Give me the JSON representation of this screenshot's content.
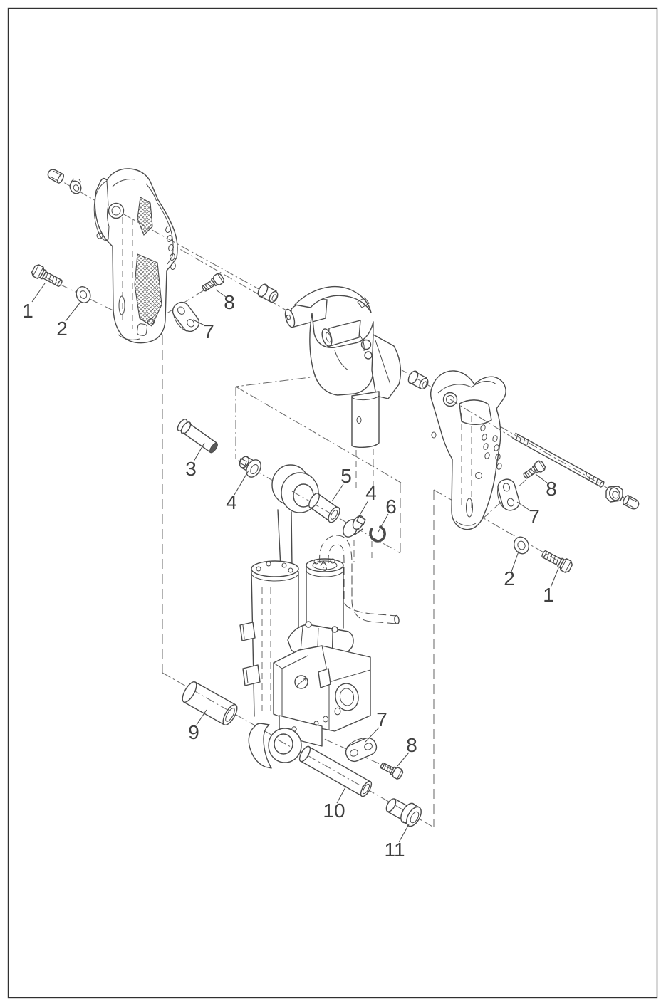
{
  "page": {
    "background": "#ffffff",
    "border_color": "#303030"
  },
  "diagram": {
    "type": "exploded-parts-diagram",
    "line_color": "#4a4a4a",
    "axis_color": "#6b6b6b",
    "label_color": "#3f3f3f",
    "callouts": [
      {
        "label": "1"
      },
      {
        "label": "2"
      },
      {
        "label": "7"
      },
      {
        "label": "8"
      },
      {
        "label": "3"
      },
      {
        "label": "4"
      },
      {
        "label": "5"
      },
      {
        "label": "4"
      },
      {
        "label": "6"
      },
      {
        "label": "8"
      },
      {
        "label": "7"
      },
      {
        "label": "2"
      },
      {
        "label": "1"
      },
      {
        "label": "9"
      },
      {
        "label": "7"
      },
      {
        "label": "8"
      },
      {
        "label": "10"
      },
      {
        "label": "11"
      }
    ]
  }
}
